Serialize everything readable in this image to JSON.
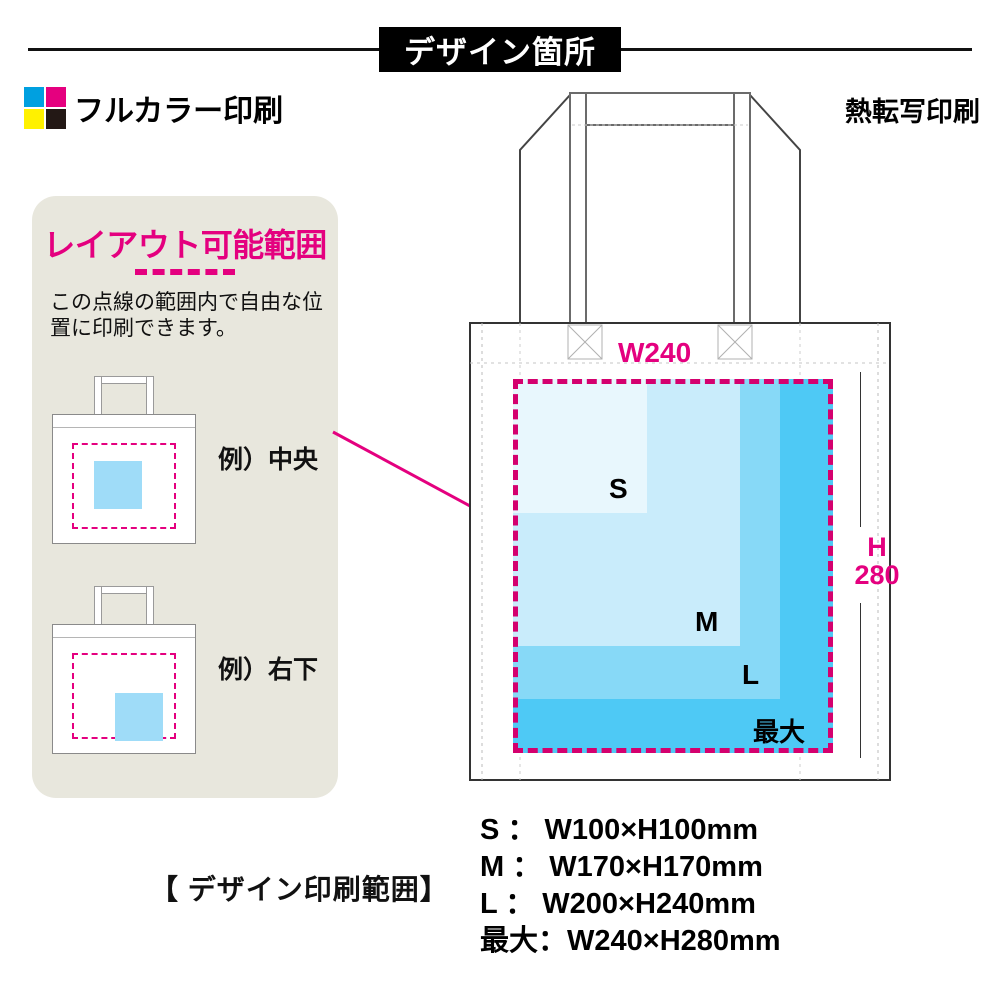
{
  "header": {
    "title": "デザイン箇所"
  },
  "print_methods": {
    "full_color": {
      "label": "フルカラー印刷",
      "icon": "cmyk-swatch-icon",
      "swatches": [
        {
          "name": "cyan",
          "hex": "#00a0e0"
        },
        {
          "name": "magenta",
          "hex": "#e5007f"
        },
        {
          "name": "yellow",
          "hex": "#fff100"
        },
        {
          "name": "key-black",
          "hex": "#231815"
        }
      ]
    },
    "heat_transfer": {
      "label": "熱転写印刷"
    }
  },
  "info_panel": {
    "heading": "レイアウト可能範囲",
    "heading_color": "#e4007f",
    "description": "この点線の範囲内で自由な位置に印刷できます。",
    "background_color": "#e8e7dd",
    "examples": [
      {
        "caption": "例）中央",
        "position": "center"
      },
      {
        "caption": "例）右下",
        "position": "bottom-right"
      }
    ]
  },
  "bag_diagram": {
    "width_label": "W240",
    "height_label_line1": "H",
    "height_label_line2": "280",
    "dimension_color": "#e4007f",
    "print_area_border_color": "#d4006e",
    "zones": [
      {
        "name": "最大",
        "hex": "#4ec9f5"
      },
      {
        "name": "L",
        "hex": "#87d9f7"
      },
      {
        "name": "M",
        "hex": "#c9ecfb"
      },
      {
        "name": "S",
        "hex": "#e8f7fd"
      }
    ]
  },
  "captions": {
    "print_range": "【 デザイン印刷範囲】"
  },
  "size_specs": [
    "S ： W100×H100mm",
    "M ： W170×H170mm",
    "L ： W200×H240mm",
    "最大：W240×H280mm"
  ]
}
